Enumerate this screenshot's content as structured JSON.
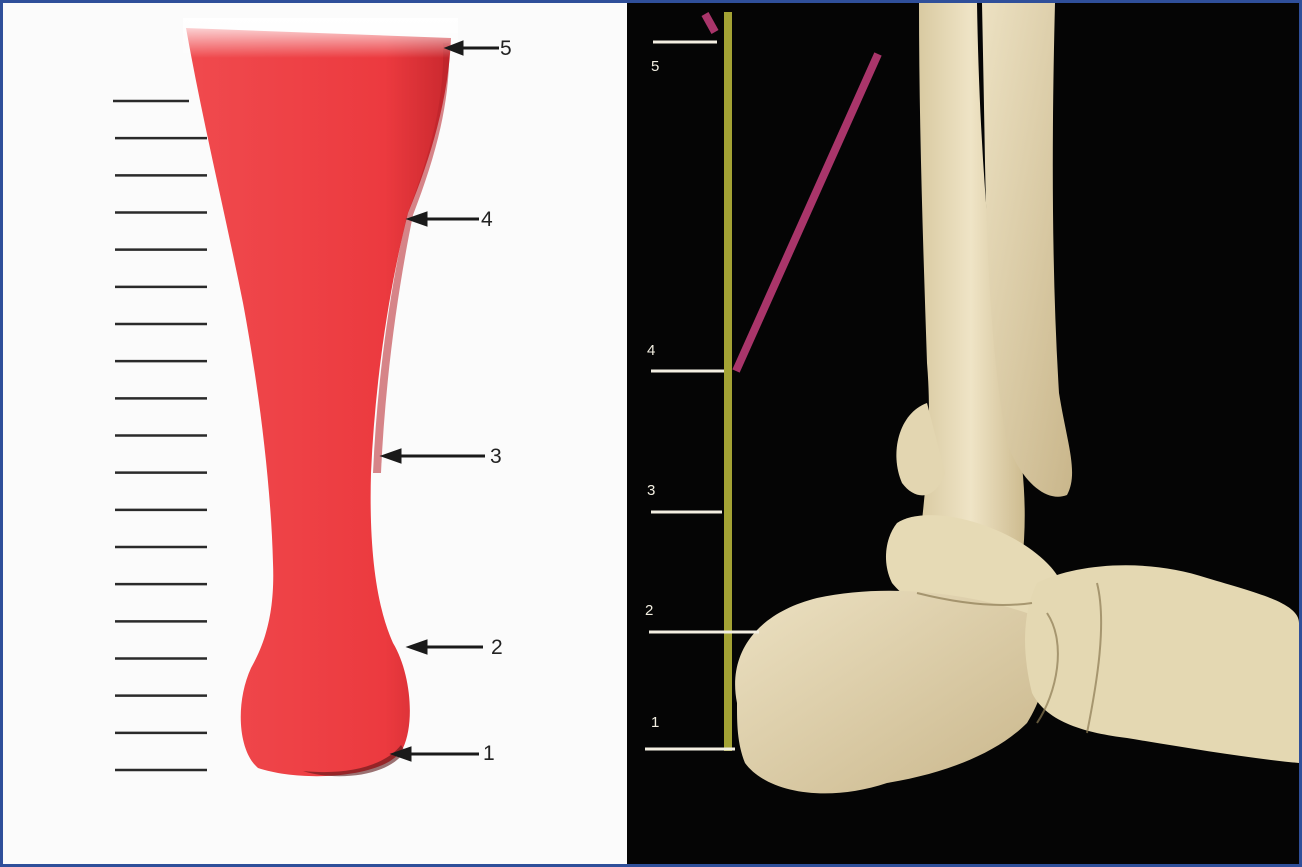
{
  "colors": {
    "tendon_red": "#ee3a3f",
    "frame_blue": "#2f4f9a",
    "vertical_line_olive": "#a3a234",
    "angle_line_magenta": "#a9356a",
    "bone": "#e7dbb8",
    "background_dark": "#050505"
  },
  "left_figure": {
    "level_labels": [
      "5",
      "4",
      "3",
      "2",
      "1"
    ],
    "scale_tick_count": 19
  },
  "right_figure": {
    "level_labels": [
      "5",
      "4",
      "3",
      "2",
      "1"
    ]
  }
}
